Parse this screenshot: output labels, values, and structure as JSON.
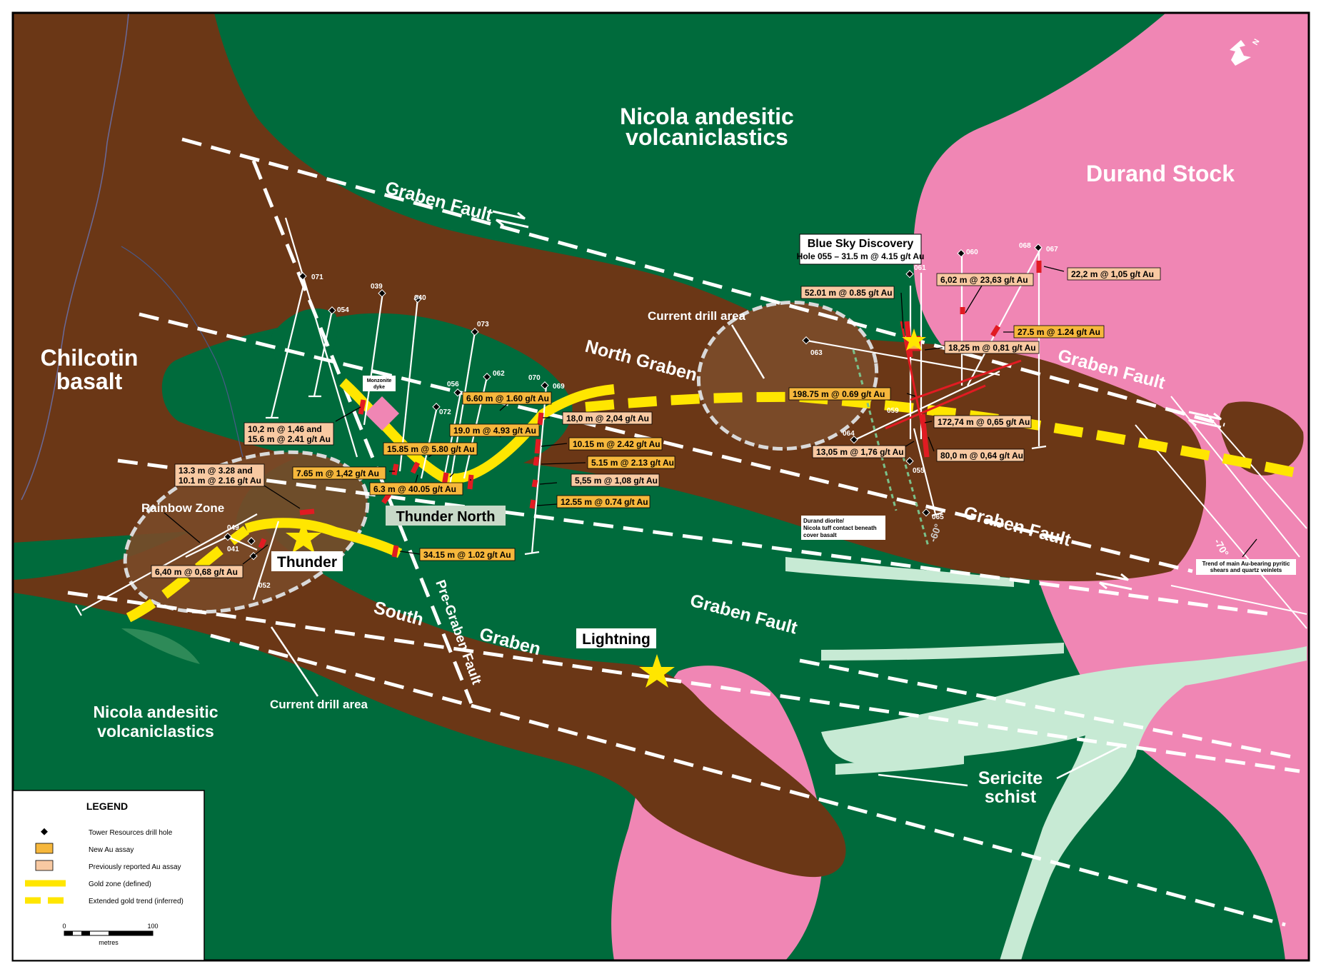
{
  "colors": {
    "nicola_green": "#006b3c",
    "graben_brown": "#6b3716",
    "stock_pink": "#f086b4",
    "sericite": "#c7ead4",
    "gold": "#ffe600",
    "new_assay": "#f6b73c",
    "prev_assay": "#f8c9a2",
    "intercept_red": "#e11b22"
  },
  "units": {
    "nicola_ne_l1": "Nicola andesitic",
    "nicola_ne_l2": "volcaniclastics",
    "nicola_sw_l1": "Nicola andesitic",
    "nicola_sw_l2": "volcaniclastics",
    "chilcotin_l1": "Chilcotin",
    "chilcotin_l2": "basalt",
    "durand": "Durand Stock",
    "sericite_l1": "Sericite",
    "sericite_l2": "schist"
  },
  "structures": {
    "graben_fault": "Graben Fault",
    "pre_graben_fault": "Pre-Graben Fault",
    "north_graben": "North Graben",
    "south": "South",
    "graben": "Graben"
  },
  "targets": {
    "blue_sky_title": "Blue Sky Discovery",
    "blue_sky_sub": "Hole 055 – 31.5 m @ 4.15 g/t Au",
    "thunder": "Thunder",
    "thunder_north": "Thunder North",
    "lightning": "Lightning",
    "rainbow_zone": "Rainbow Zone",
    "current_drill_area": "Current drill area",
    "monzonite_l1": "Monzonite",
    "monzonite_l2": "dyke",
    "contact_l1": "Durand diorite/",
    "contact_l2": "Nicola tuff contact beneath",
    "contact_l3": "cover basalt",
    "dip_60": "-60°",
    "dip_70": "-70°",
    "trend_l1": "Trend of main Au-bearing pyritic",
    "trend_l2": "shears and quartz veinlets"
  },
  "holes": {
    "h071": "071",
    "h054": "054",
    "h039": "039",
    "h040": "040",
    "h073": "073",
    "h062": "062",
    "h056": "056",
    "h070": "070",
    "h069": "069",
    "h072": "072",
    "h049": "049",
    "h041": "041",
    "h052": "052",
    "h063": "063",
    "h061": "061",
    "h060": "060",
    "h068": "068",
    "h067": "067",
    "h059": "059",
    "h064": "064",
    "h055": "055",
    "h065": "065"
  },
  "assays": {
    "a1": "52.01 m @ 0.85 g/t Au",
    "a2": "6,02 m @ 23,63 g/t Au",
    "a3": "22,2 m @ 1,05 g/t Au",
    "a4": "27.5 m @ 1.24 g/t Au",
    "a5": "18,25 m @ 0,81 g/t Au",
    "a6": "198.75 m @ 0.69 g/t Au",
    "a7": "172,74 m @ 0,65 g/t Au",
    "a8": "13,05 m @ 1,76 g/t Au",
    "a9": "80,0 m @ 0,64 g/t Au",
    "a10": "6.60 m @ 1.60 g/t Au",
    "a11": "18,0 m @ 2,04 g/t Au",
    "a12": "19.0 m @ 4.93 g/t Au",
    "a13": "10.15 m @ 2.42 g/t Au",
    "a14": "15.85 m @ 5.80 g/t Au",
    "a15": "5.15 m @ 2.13 g/t Au",
    "a16": "5,55 m @ 1,08 g/t Au",
    "a17": "12.55 m @ 0.74 g/t Au",
    "a18_l1": "10,2 m @ 1,46 and",
    "a18_l2": "15.6 m @ 2.41 g/t Au",
    "a19": "7.65 m @ 1,42 g/t Au",
    "a20": "6.3 m @ 40.05 g/t Au",
    "a21_l1": "13.3 m @ 3.28 and",
    "a21_l2": "10.1 m @ 2.16 g/t Au",
    "a22": "34.15 m @ 1.02 g/t Au",
    "a23": "6,40 m @ 0,68 g/t Au"
  },
  "legend": {
    "title": "LEGEND",
    "drill_hole": "Tower Resources drill hole",
    "new_assay": "New Au assay",
    "prev_assay": "Previously reported Au assay",
    "gold_defined": "Gold zone (defined)",
    "gold_inferred": "Extended gold trend (inferred)",
    "scale_0": "0",
    "scale_100": "100",
    "scale_unit": "metres"
  },
  "north_arrow": "N"
}
